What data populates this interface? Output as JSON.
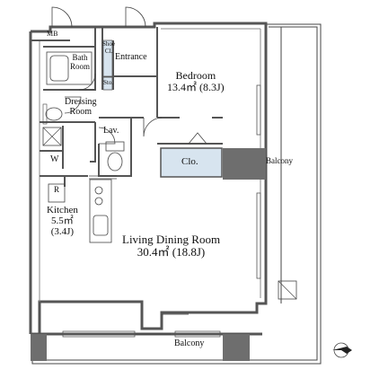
{
  "rooms": {
    "mb": "MB",
    "bath_room": [
      "Bath",
      "Room"
    ],
    "shoe_closet": [
      "Shoe",
      "Cl."
    ],
    "storage": "Sto.",
    "entrance": "Entrance",
    "bedroom": {
      "name": "Bedroom",
      "area": "13.4㎡ (8.3J)"
    },
    "dressing_room": [
      "Dressing",
      "Room"
    ],
    "lavatory": "Lav.",
    "closet": "Clo.",
    "washer": "W",
    "refrigerator": "R",
    "kitchen": {
      "name": "Kitchen",
      "area": "5.5㎡",
      "tatami": "(3.4J)"
    },
    "living_dining": {
      "name": "Living Dining Room",
      "area": "30.4㎡ (18.8J)"
    },
    "balcony_east": "Balcony",
    "balcony_south": "Balcony"
  },
  "colors": {
    "wall": "#555555",
    "column": "#6e6e6e",
    "closet_fill": "#d7e4ef",
    "line": "#333333"
  },
  "icons": [
    "door-swing",
    "bathtub-icon",
    "toilet-icon",
    "sink-icon",
    "stove-icon",
    "compass-icon"
  ]
}
